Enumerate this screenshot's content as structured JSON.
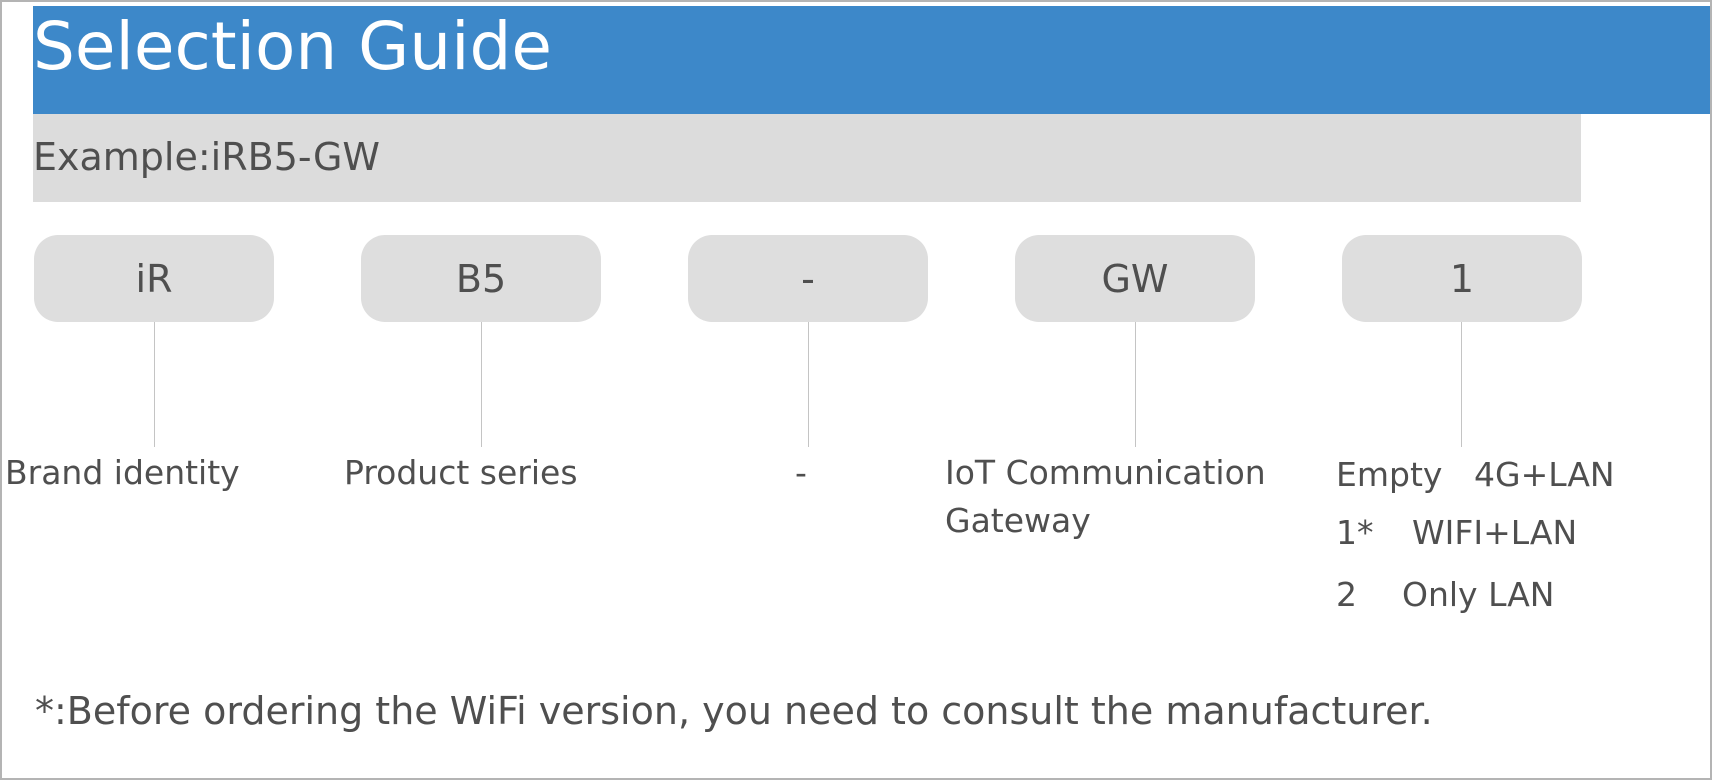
{
  "title": "Selection Guide",
  "example": "Example:iRB5-GW",
  "segments": [
    {
      "code": "iR",
      "description": "Brand identity"
    },
    {
      "code": "B5",
      "description": "Product series"
    },
    {
      "code": "-",
      "description": "-"
    },
    {
      "code": "GW",
      "description_lines": [
        "IoT Communication",
        "Gateway"
      ]
    },
    {
      "code": "1"
    }
  ],
  "options": [
    {
      "key": "Empty",
      "value": "4G+LAN"
    },
    {
      "key": "1*",
      "value": "WIFI+LAN"
    },
    {
      "key": "2",
      "value": "Only LAN"
    }
  ],
  "footnote": "*:Before ordering the WiFi version, you need to consult the manufacturer.",
  "colors": {
    "title_bar": "#3d88c9",
    "example_bar": "#dcdcdc",
    "code_box": "#dedede",
    "text": "#4f4f4f"
  }
}
